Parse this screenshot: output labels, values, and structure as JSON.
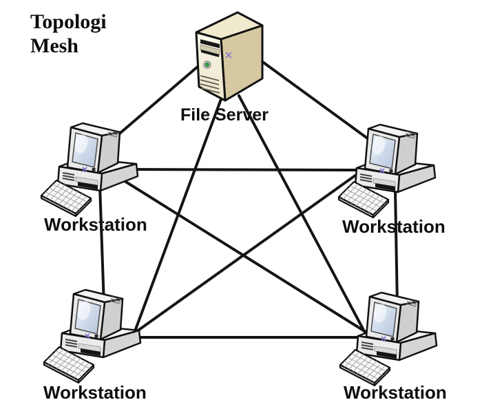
{
  "title": {
    "line1": "Topologi",
    "line2": "Mesh"
  },
  "diagram_type": "mesh network topology",
  "nodes": [
    {
      "id": "file-server",
      "label": "File Server",
      "type": "server-tower",
      "position": "top-center"
    },
    {
      "id": "workstation-top-left",
      "label": "Workstation",
      "type": "desktop-computer",
      "position": "middle-left"
    },
    {
      "id": "workstation-top-right",
      "label": "Workstation",
      "type": "desktop-computer",
      "position": "middle-right"
    },
    {
      "id": "workstation-bottom-left",
      "label": "Workstation",
      "type": "desktop-computer",
      "position": "bottom-left"
    },
    {
      "id": "workstation-bottom-right",
      "label": "Workstation",
      "type": "desktop-computer",
      "position": "bottom-right"
    }
  ],
  "edges": [
    {
      "from": "file-server",
      "to": "workstation-top-left"
    },
    {
      "from": "file-server",
      "to": "workstation-top-right"
    },
    {
      "from": "file-server",
      "to": "workstation-bottom-left"
    },
    {
      "from": "file-server",
      "to": "workstation-bottom-right"
    },
    {
      "from": "workstation-top-left",
      "to": "workstation-top-right"
    },
    {
      "from": "workstation-top-left",
      "to": "workstation-bottom-left"
    },
    {
      "from": "workstation-top-left",
      "to": "workstation-bottom-right"
    },
    {
      "from": "workstation-top-right",
      "to": "workstation-bottom-left"
    },
    {
      "from": "workstation-top-right",
      "to": "workstation-bottom-right"
    },
    {
      "from": "workstation-bottom-left",
      "to": "workstation-bottom-right"
    }
  ],
  "colors": {
    "background": "#ffffff",
    "link_line": "#141414",
    "label_text": "#0d0d0d",
    "server_front": "#f5f1e0",
    "server_side": "#d6c9a2",
    "server_top": "#f0eacf",
    "power_button_green": "#2f9e44",
    "x_marker_purple": "#7f6ccb",
    "monitor_screen": "#cdd9ea"
  }
}
